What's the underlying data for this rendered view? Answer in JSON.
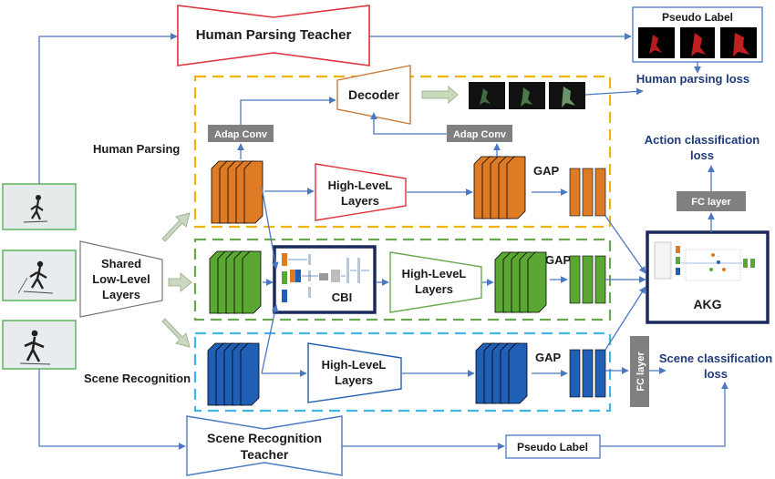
{
  "labels": {
    "human_parsing_teacher": "Human Parsing Teacher",
    "pseudo_label_top": "Pseudo Label",
    "human_parsing_loss": "Human parsing loss",
    "decoder": "Decoder",
    "adap_conv_left": "Adap Conv",
    "adap_conv_right": "Adap Conv",
    "human_parsing": "Human Parsing",
    "high_level_top_1": "High-LeveL",
    "high_level_top_2": "Layers",
    "gap_top": "GAP",
    "action_loss_1": "Action classification",
    "action_loss_2": "loss",
    "fc_layer_action": "FC layer",
    "shared_1": "Shared",
    "shared_2": "Low-Level",
    "shared_3": "Layers",
    "cbi": "CBI",
    "high_level_mid_1": "High-LeveL",
    "high_level_mid_2": "Layers",
    "gap_mid": "GAP",
    "akg": "AKG",
    "scene_recognition": "Scene Recognition",
    "high_level_bot_1": "High-LeveL",
    "high_level_bot_2": "Layers",
    "gap_bot": "GAP",
    "fc_layer_scene": "FC layer",
    "scene_loss_1": "Scene classification",
    "scene_loss_2": "loss",
    "scene_teacher_1": "Scene Recognition",
    "scene_teacher_2": "Teacher",
    "pseudo_label_bottom": "Pseudo Label"
  },
  "colors": {
    "connector": "#4a78c2",
    "human_box": "#f0b400",
    "shared_box": "#6aa84f",
    "scene_box": "#3fb5e8",
    "teacher_red": "#e0323c",
    "orange_block": "#e07b25",
    "green_block": "#5aa832",
    "blue_block": "#1f5fb5",
    "navy_frame": "#1b2a5c",
    "grey_block": "#8a8a8a"
  }
}
